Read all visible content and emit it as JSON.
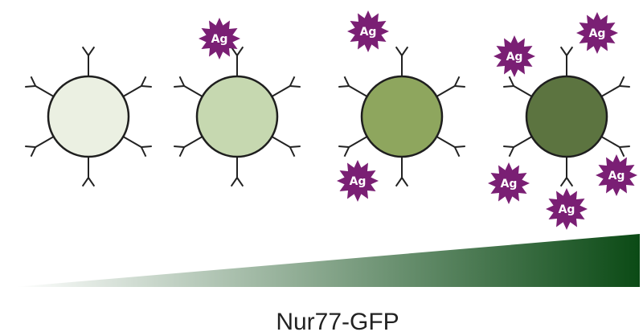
{
  "diagram": {
    "cells": [
      {
        "fill": "#ebf0e2",
        "antigens": []
      },
      {
        "fill": "#c6d8b0",
        "antigens": [
          "Ag"
        ]
      },
      {
        "fill": "#8ea65e",
        "antigens": [
          "Ag",
          "Ag"
        ]
      },
      {
        "fill": "#5c7440",
        "antigens": [
          "Ag",
          "Ag",
          "Ag",
          "Ag",
          "Ag"
        ]
      }
    ],
    "antigen_color": "#7a1f74",
    "gradient_colors": [
      "#ffffff",
      "#0b4a15"
    ],
    "label": "Nur77-GFP"
  }
}
